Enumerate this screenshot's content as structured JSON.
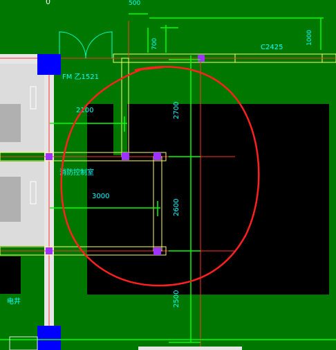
{
  "colors": {
    "background": "#007800",
    "dark_fill": "#000000",
    "wall_white": "#e6e6e6",
    "gray_fill": "#bdbdbd",
    "dim_line": "#00ff00",
    "dim_text": "#00ffff",
    "wall_line": "#ffff66",
    "axis_red": "#ff3030",
    "column_blue": "#0000ff",
    "column_purple": "#9c33ff",
    "annotation": "#ff0000"
  },
  "labels": {
    "top_left_mark": "0",
    "dim_500": "500",
    "dim_700": "700",
    "dim_1000": "1000",
    "window_c2425": "C2425",
    "door_fm": "FM 乙1521",
    "dim_2100": "2100",
    "dim_2700": "2700",
    "room_name": "消防控制室",
    "dim_3000": "3000",
    "dim_2600": "2600",
    "dim_2500": "2500",
    "shaft_name": "电井"
  }
}
